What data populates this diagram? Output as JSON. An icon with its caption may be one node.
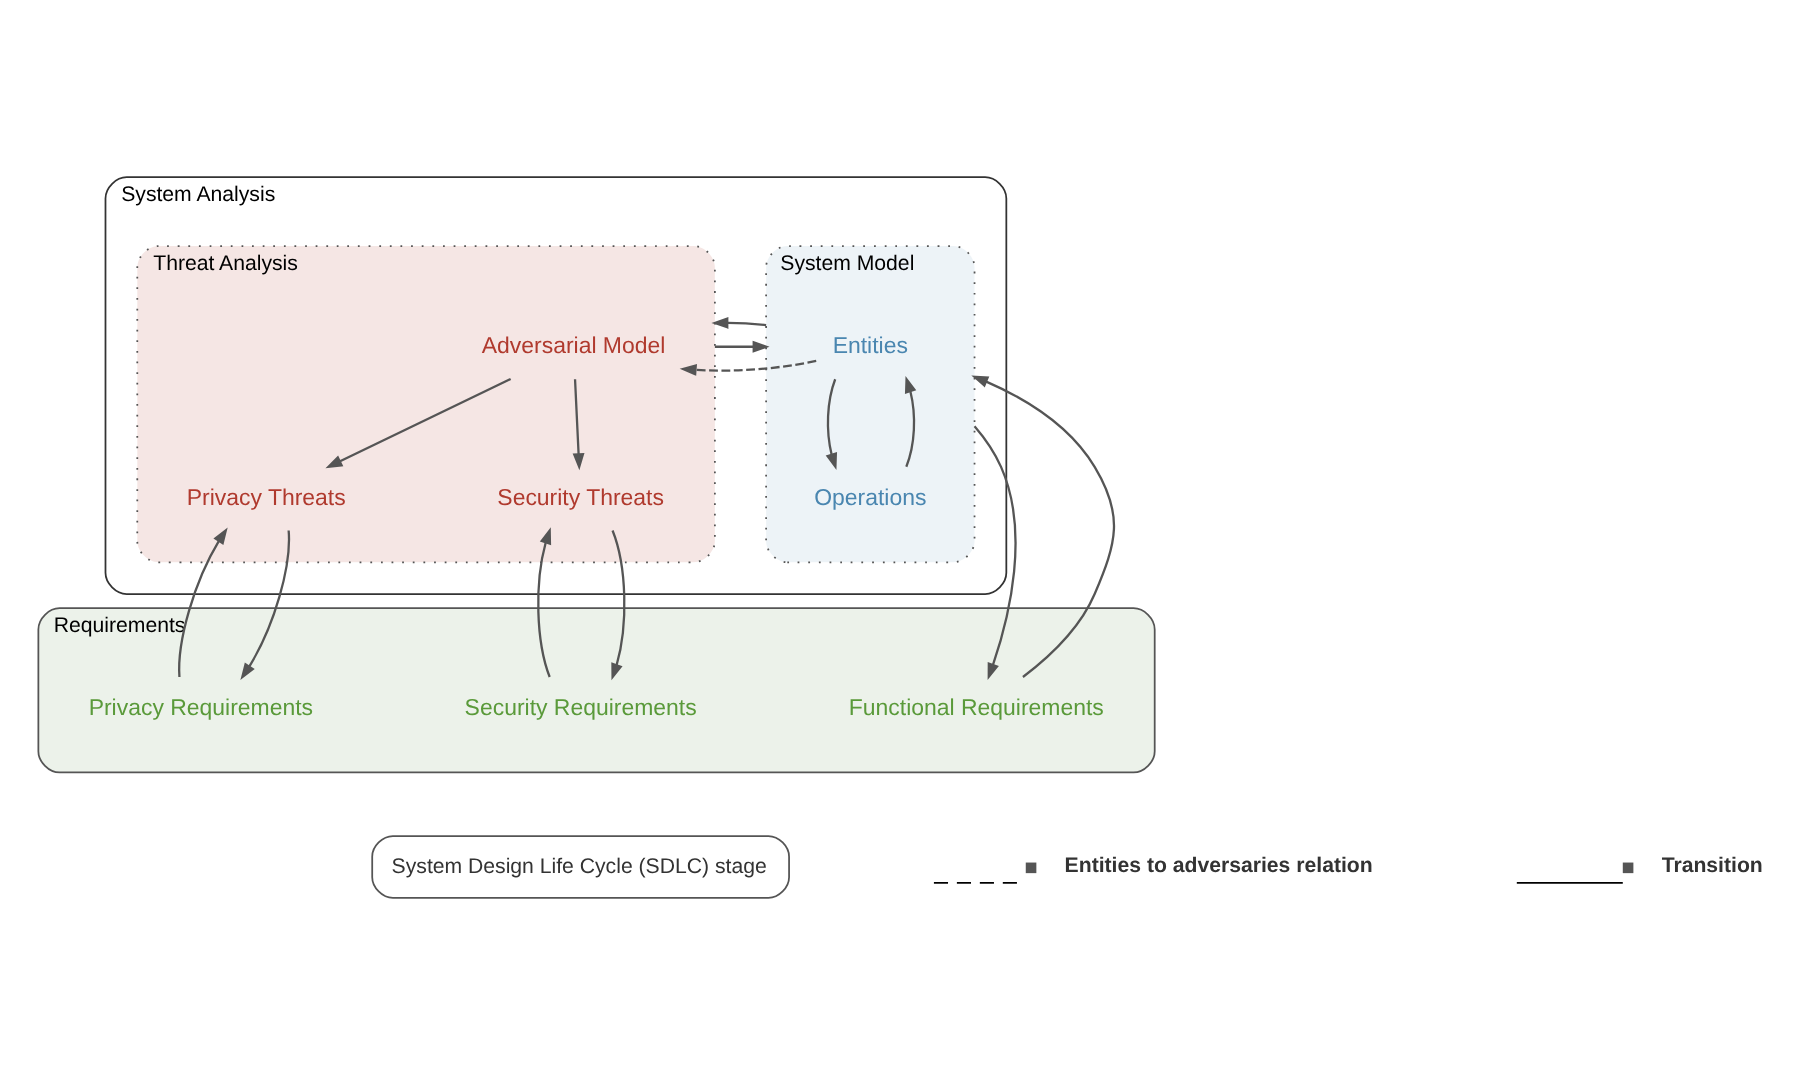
{
  "diagram": {
    "nodes": [
      {
        "text": [
          "System Analysis"
        ]
      },
      {
        "text": [
          "System Model"
        ],
        "in": 0
      },
      {
        "text": [
          "Entities"
        ],
        "in": 1
      },
      {
        "text": [
          "Operations"
        ],
        "in": 1
      },
      {
        "text": [
          "Threat Analysis"
        ],
        "in": 0
      },
      {
        "text": [
          "Adversarial Model"
        ],
        "in": 4
      },
      {
        "text": [
          "Security Threats"
        ],
        "in": 4
      },
      {
        "text": [
          "Privacy Threats"
        ],
        "in": 4
      },
      {
        "text": [
          "Requirements"
        ]
      },
      {
        "text": [
          "Functional Requirements"
        ],
        "in": 8
      },
      {
        "text": [
          "Security Requirements"
        ],
        "in": 8
      },
      {
        "text": [
          "Privacy Requirements"
        ],
        "in": 8
      }
    ],
    "edges": [
      {
        "from": 2,
        "to": 3,
        "arrow": "to"
      },
      {
        "from": 3,
        "to": 2,
        "arrow": "to"
      },
      {
        "from": 2,
        "to": 5,
        "arrow": "to",
        "style": "dashed"
      },
      {
        "from": 1,
        "to": 4,
        "arrow": "to"
      },
      {
        "from": 4,
        "to": 1,
        "arrow": "to"
      },
      {
        "from": 5,
        "to": 6,
        "arrow": "to"
      },
      {
        "from": 5,
        "to": 7,
        "arrow": "to"
      },
      {
        "from": 6,
        "to": 10,
        "arrow": "to"
      },
      {
        "from": 10,
        "to": 6,
        "arrow": "to"
      },
      {
        "from": 7,
        "to": 11,
        "arrow": "to"
      },
      {
        "from": 11,
        "to": 7,
        "arrow": "to"
      },
      {
        "from": 1,
        "to": 9,
        "arrow": "to"
      },
      {
        "from": 9,
        "to": 1,
        "arrow": "to"
      }
    ],
    "legend": [
      {
        "text": "System Design Life Cycle (SDLC) stage"
      },
      {
        "text": "Entities to adversaries relation"
      },
      {
        "text": "Transition"
      }
    ]
  }
}
